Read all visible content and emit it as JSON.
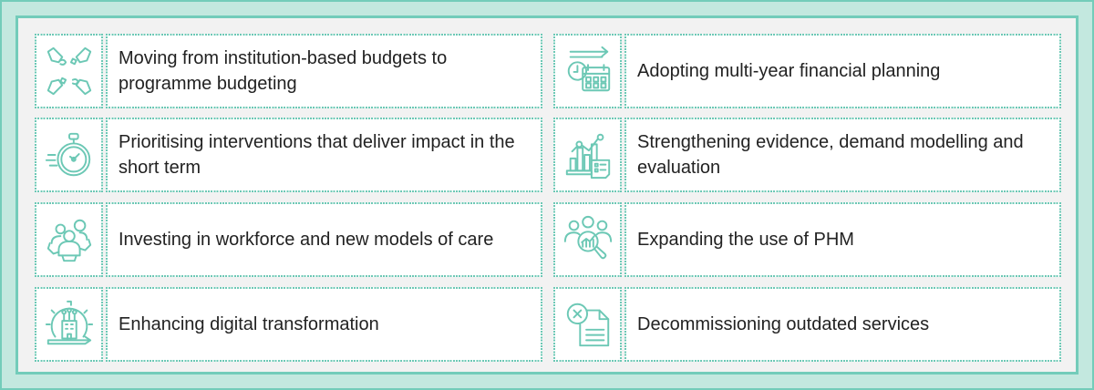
{
  "colors": {
    "accent": "#6cc8b5",
    "frame_band": "#c3e8df",
    "frame_line": "#73ccba",
    "panel_bg": "#f2f2f2",
    "text": "#222222"
  },
  "items": [
    {
      "icon": "puzzle-hands-icon",
      "label": "Moving from institution-based budgets to programme budgeting"
    },
    {
      "icon": "calendar-clock-arrow-icon",
      "label": "Adopting multi-year financial planning"
    },
    {
      "icon": "stopwatch-icon",
      "label": "Prioritising interventions that deliver impact in the short term"
    },
    {
      "icon": "chart-checklist-icon",
      "label": "Strengthening evidence, demand modelling and evaluation"
    },
    {
      "icon": "team-gear-icon",
      "label": "Investing in workforce and new models of care"
    },
    {
      "icon": "population-magnifier-icon",
      "label": "Expanding the use of PHM"
    },
    {
      "icon": "digital-building-gear-icon",
      "label": "Enhancing digital transformation"
    },
    {
      "icon": "document-cancel-icon",
      "label": "Decommissioning outdated services"
    }
  ]
}
